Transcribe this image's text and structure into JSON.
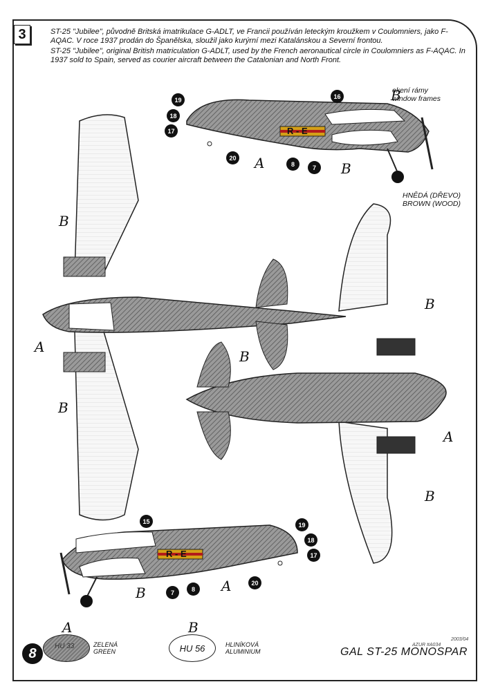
{
  "header": {
    "step": "3",
    "text_cz": "ST-25 \"Jubilee\", původně Britská imatrikulace G-ADLT, ve Francii používán leteckým kroužkem v Coulomniers, jako F-AQAC. V roce 1937 prodán do Španělska, sloužil jako kurýrní mezi Katalánskou a Severní frontou.",
    "text_en": "ST-25 \"Jubilee\", original British matriculation G-ADLT, used by the French aeronautical circle in Coulomniers as F-AQAC. In 1937 sold to Spain, served as courier aircraft between the Catalonian and North Front."
  },
  "notes": {
    "window_cz": "okení rámy",
    "window_en": "window frames",
    "brown_cz": "HNĚDÁ (DŘEVO)",
    "brown_en": "BROWN (WOOD)"
  },
  "letters": {
    "a": "A",
    "b": "B"
  },
  "markings": [
    "19",
    "18",
    "17",
    "20",
    "16",
    "8",
    "7",
    "15"
  ],
  "marking_text": "R - E",
  "legend": {
    "a_letter": "A",
    "a_code": "HU 33",
    "a_cz": "ZELENÁ",
    "a_en": "GREEN",
    "b_letter": "B",
    "b_code": "HU 56",
    "b_cz": "HLINÍKOVÁ",
    "b_en": "ALUMINIUM"
  },
  "footer": {
    "page": "8",
    "date": "2003/04",
    "ref": "AZUR #A034",
    "title": "GAL ST-25 MONOSPAR"
  },
  "colors": {
    "green": "#8a8a8a",
    "aluminium": "#f4f4f4",
    "line": "#222222"
  }
}
